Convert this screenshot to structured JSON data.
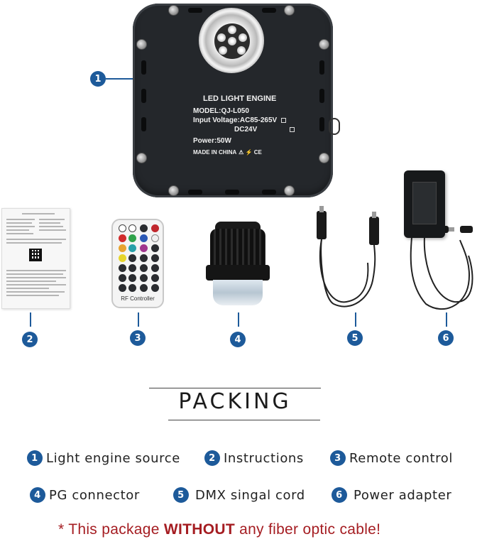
{
  "engine": {
    "title": "LED LIGHT ENGINE",
    "model": "MODEL:QJ-L050",
    "voltage_ac": "Input Voltage:AC85-265V",
    "voltage_dc": "DC24V",
    "power": "Power:50W",
    "origin": "MADE IN CHINA",
    "cert_marks": "⚠ ⚡ CE"
  },
  "remote": {
    "label": "RF Controller"
  },
  "callouts": [
    {
      "number": "1"
    },
    {
      "number": "2"
    },
    {
      "number": "3"
    },
    {
      "number": "4"
    },
    {
      "number": "5"
    },
    {
      "number": "6"
    }
  ],
  "packing": {
    "title": "PACKING"
  },
  "legend": [
    {
      "number": "1",
      "label": "Light engine source"
    },
    {
      "number": "2",
      "label": "Instructions"
    },
    {
      "number": "3",
      "label": "Remote control"
    },
    {
      "number": "4",
      "label": "PG connector"
    },
    {
      "number": "5",
      "label": "DMX singal cord"
    },
    {
      "number": "6",
      "label": "Power adapter"
    }
  ],
  "notice": {
    "prefix": "* This package ",
    "emphasis": "WITHOUT",
    "suffix": " any fiber optic cable!"
  },
  "colors": {
    "badge": "#1d5a9a",
    "notice": "#a51d22",
    "engine_body": "#24272b"
  }
}
